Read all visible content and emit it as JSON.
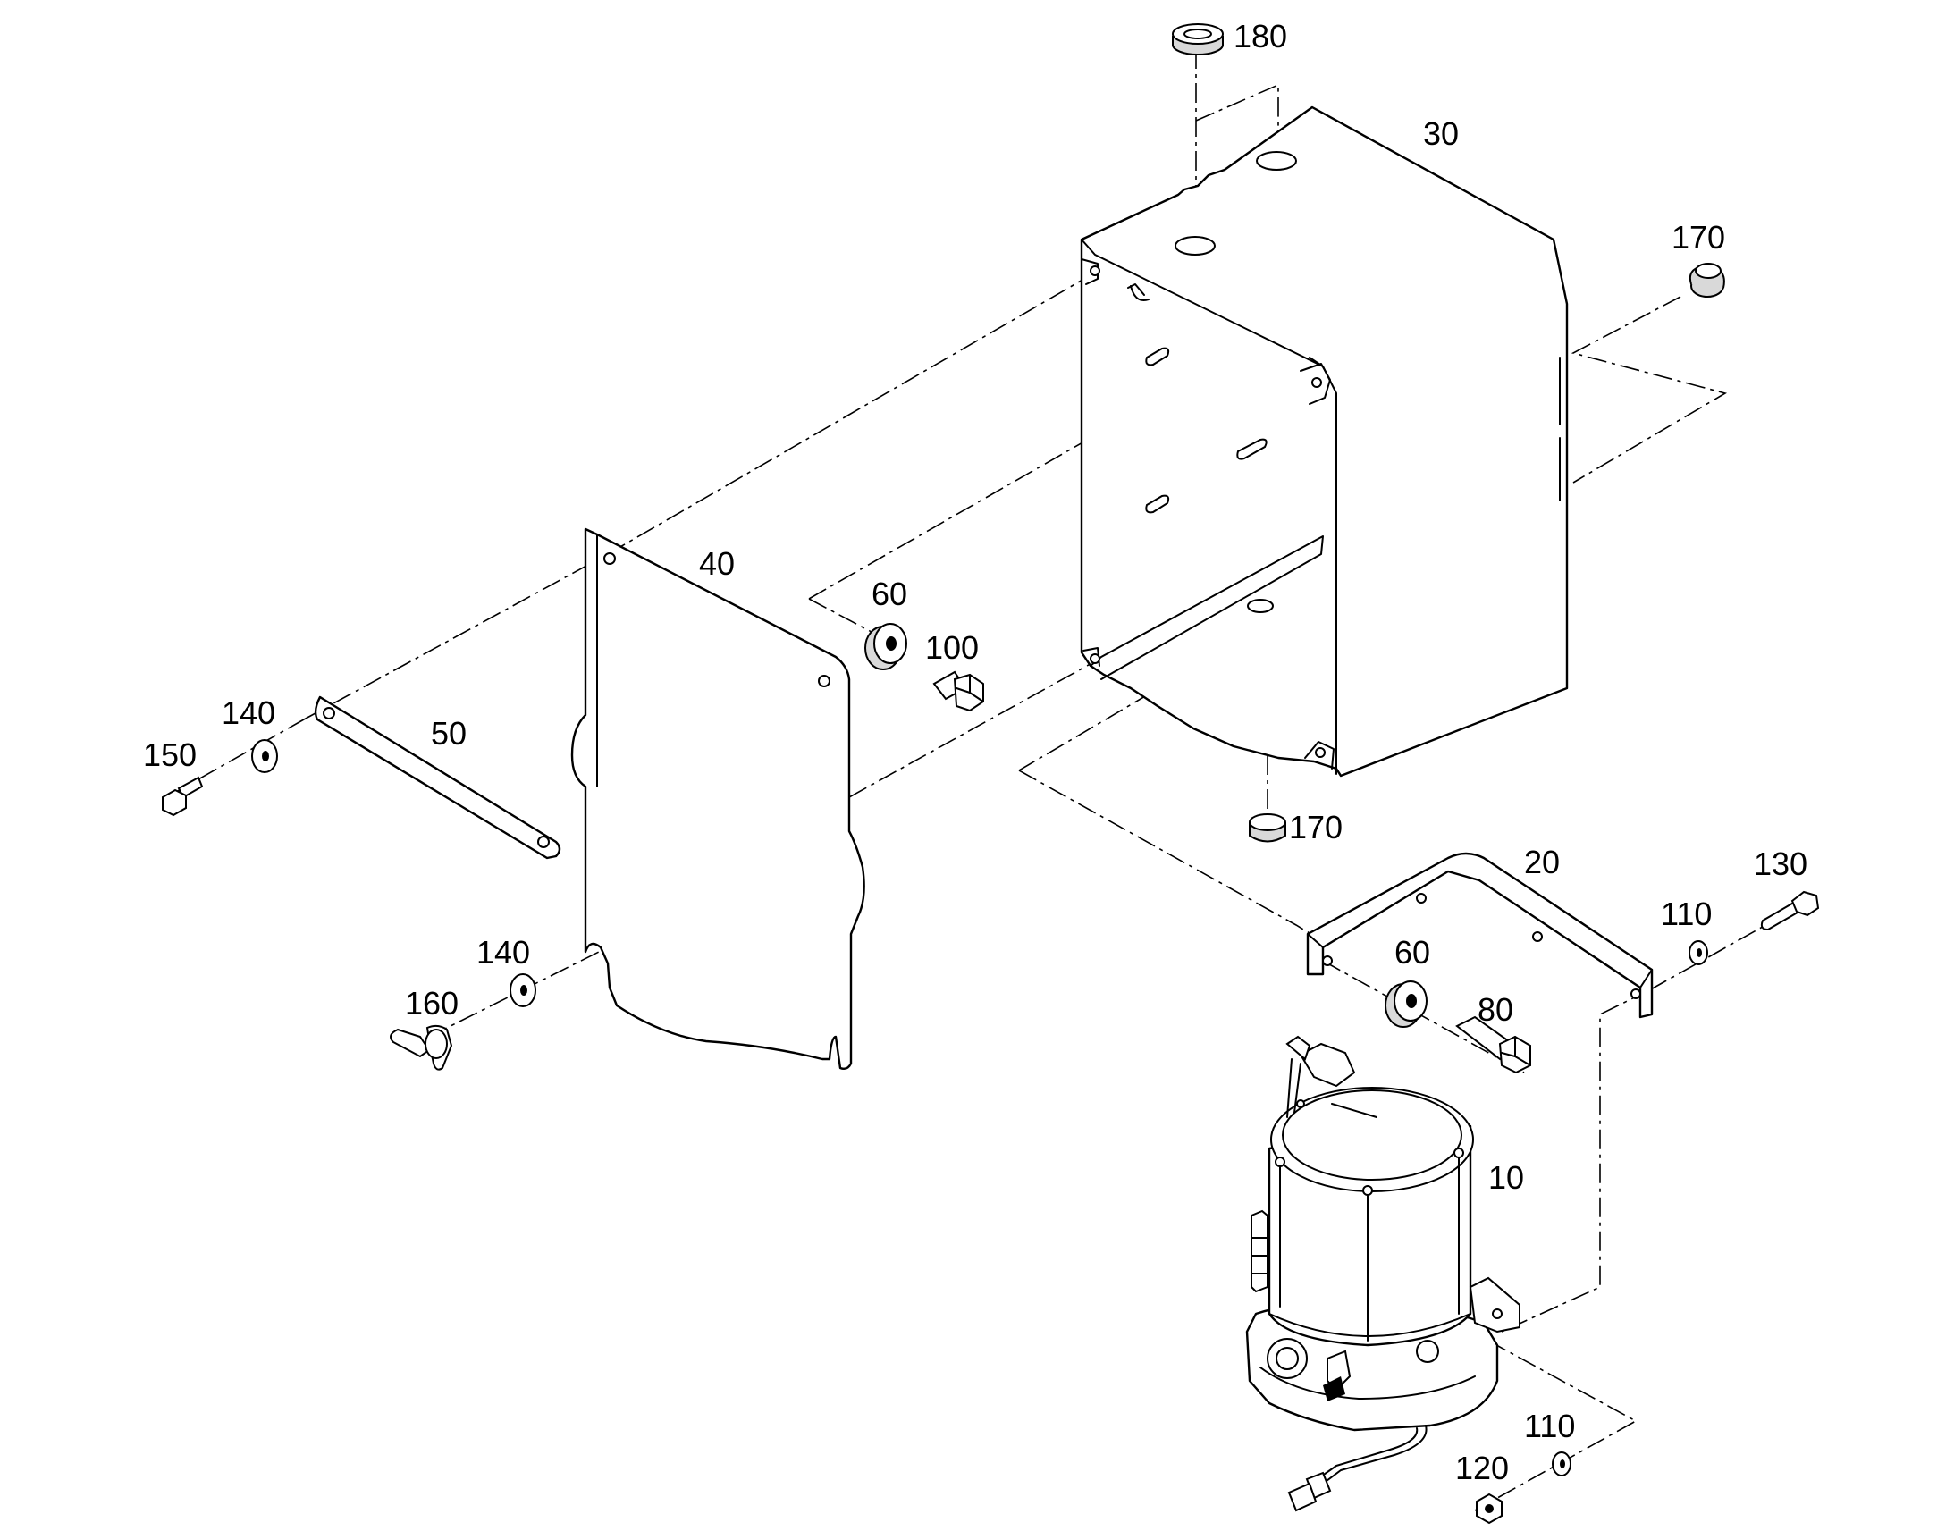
{
  "labels": {
    "p10": "10",
    "p20": "20",
    "p30": "30",
    "p40": "40",
    "p50": "50",
    "p60a": "60",
    "p60b": "60",
    "p80": "80",
    "p100": "100",
    "p110a": "110",
    "p110b": "110",
    "p120": "120",
    "p130": "130",
    "p140a": "140",
    "p140b": "140",
    "p150": "150",
    "p160": "160",
    "p170a": "170",
    "p170b": "170",
    "p180": "180"
  },
  "colors": {
    "line": "#000000",
    "background": "#ffffff"
  }
}
